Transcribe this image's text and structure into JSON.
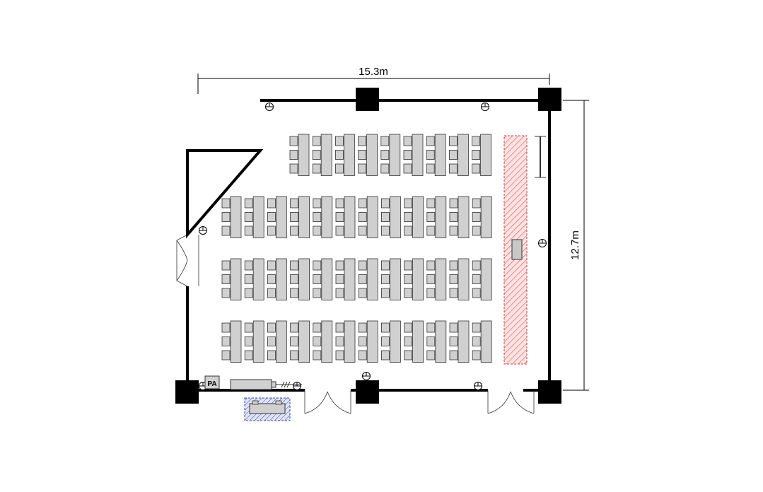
{
  "dimensions": {
    "width_label": "15.3m",
    "height_label": "12.7m"
  },
  "equipment": {
    "pa_label": "PA"
  },
  "seating": {
    "blocks": [
      {
        "name": "row-block-1",
        "columns": 9,
        "rows": 3
      },
      {
        "name": "row-block-2",
        "columns": 12,
        "rows": 3
      },
      {
        "name": "row-block-3",
        "columns": 12,
        "rows": 3
      },
      {
        "name": "row-block-4",
        "columns": 12,
        "rows": 3
      }
    ]
  },
  "colors": {
    "stage_hatch": "#e05050",
    "stage_fill": "#fbe3e3",
    "control_hatch": "#3a4aa0",
    "control_fill": "#dfe3f5",
    "wall": "#000000",
    "furniture": "#d0d0d0"
  }
}
